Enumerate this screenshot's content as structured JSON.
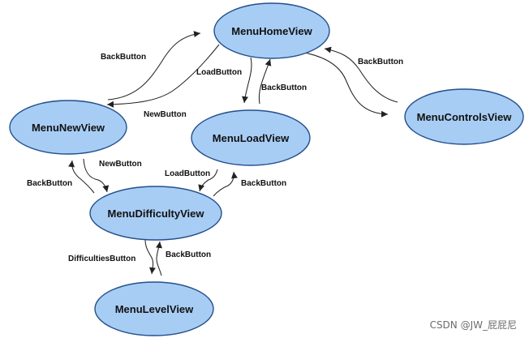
{
  "nodes": {
    "home": "MenuHomeView",
    "new": "MenuNewView",
    "load": "MenuLoadView",
    "controls": "MenuControlsView",
    "difficulty": "MenuDifficultyView",
    "level": "MenuLevelView"
  },
  "edges": {
    "home_to_new": "NewButton",
    "new_to_home": "BackButton",
    "home_to_load": "LoadButton",
    "load_to_home": "BackButton",
    "controls_to_home": "BackButton",
    "new_to_difficulty": "NewButton",
    "difficulty_to_new": "BackButton",
    "load_to_difficulty": "LoadButton",
    "difficulty_to_load": "BackButton",
    "difficulty_to_level": "DifficultiesButton",
    "level_to_difficulty": "BackButton"
  },
  "watermark": "CSDN @JW_屁屁尼",
  "colors": {
    "node_fill": "#a8cdf4",
    "node_stroke": "#234f8c",
    "edge": "#222222"
  }
}
